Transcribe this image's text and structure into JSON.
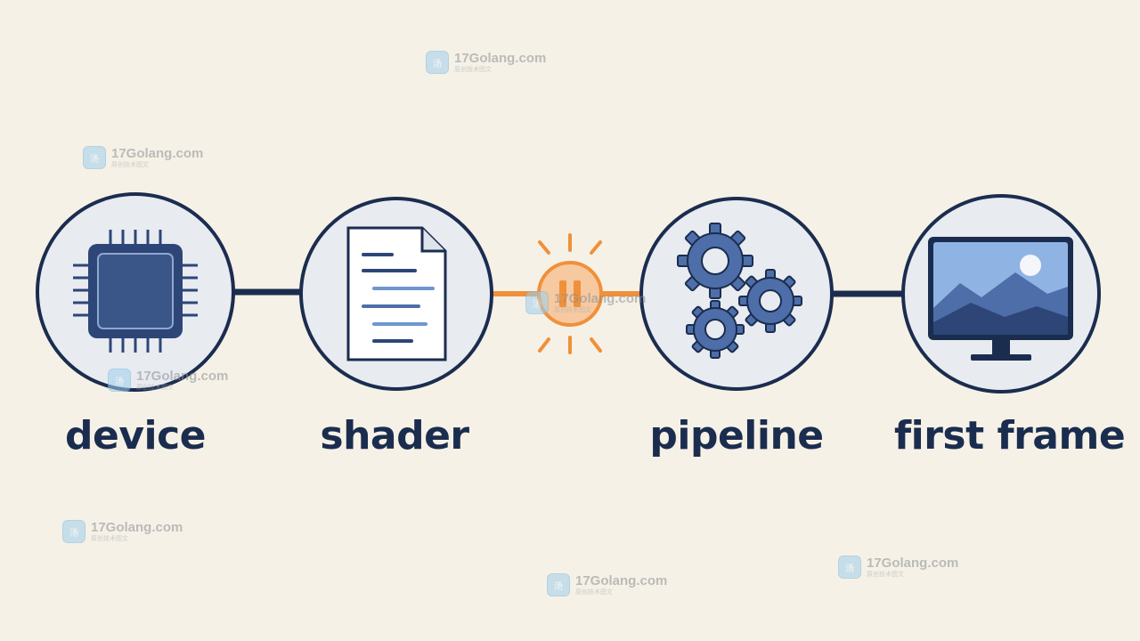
{
  "steps": [
    {
      "label": "device",
      "icon": "chip-icon"
    },
    {
      "label": "shader",
      "icon": "shader-document-icon"
    },
    {
      "label": "pipeline",
      "icon": "gears-icon"
    },
    {
      "label": "first frame",
      "icon": "monitor-icon"
    }
  ],
  "pause": {
    "icon": "pause-icon"
  },
  "colors": {
    "background": "#f6f1e6",
    "circle_stroke": "#1b2d4f",
    "circle_fill": "#e8ebf0",
    "icon_dark": "#2d4677",
    "icon_mid": "#4d6ea8",
    "icon_light": "#6f97cf",
    "accent": "#f0903a",
    "accent_fill": "#f6c9a0"
  },
  "watermark": {
    "name": "17Golang.com",
    "sub": "原创技术图文",
    "logo_text": "汤"
  }
}
